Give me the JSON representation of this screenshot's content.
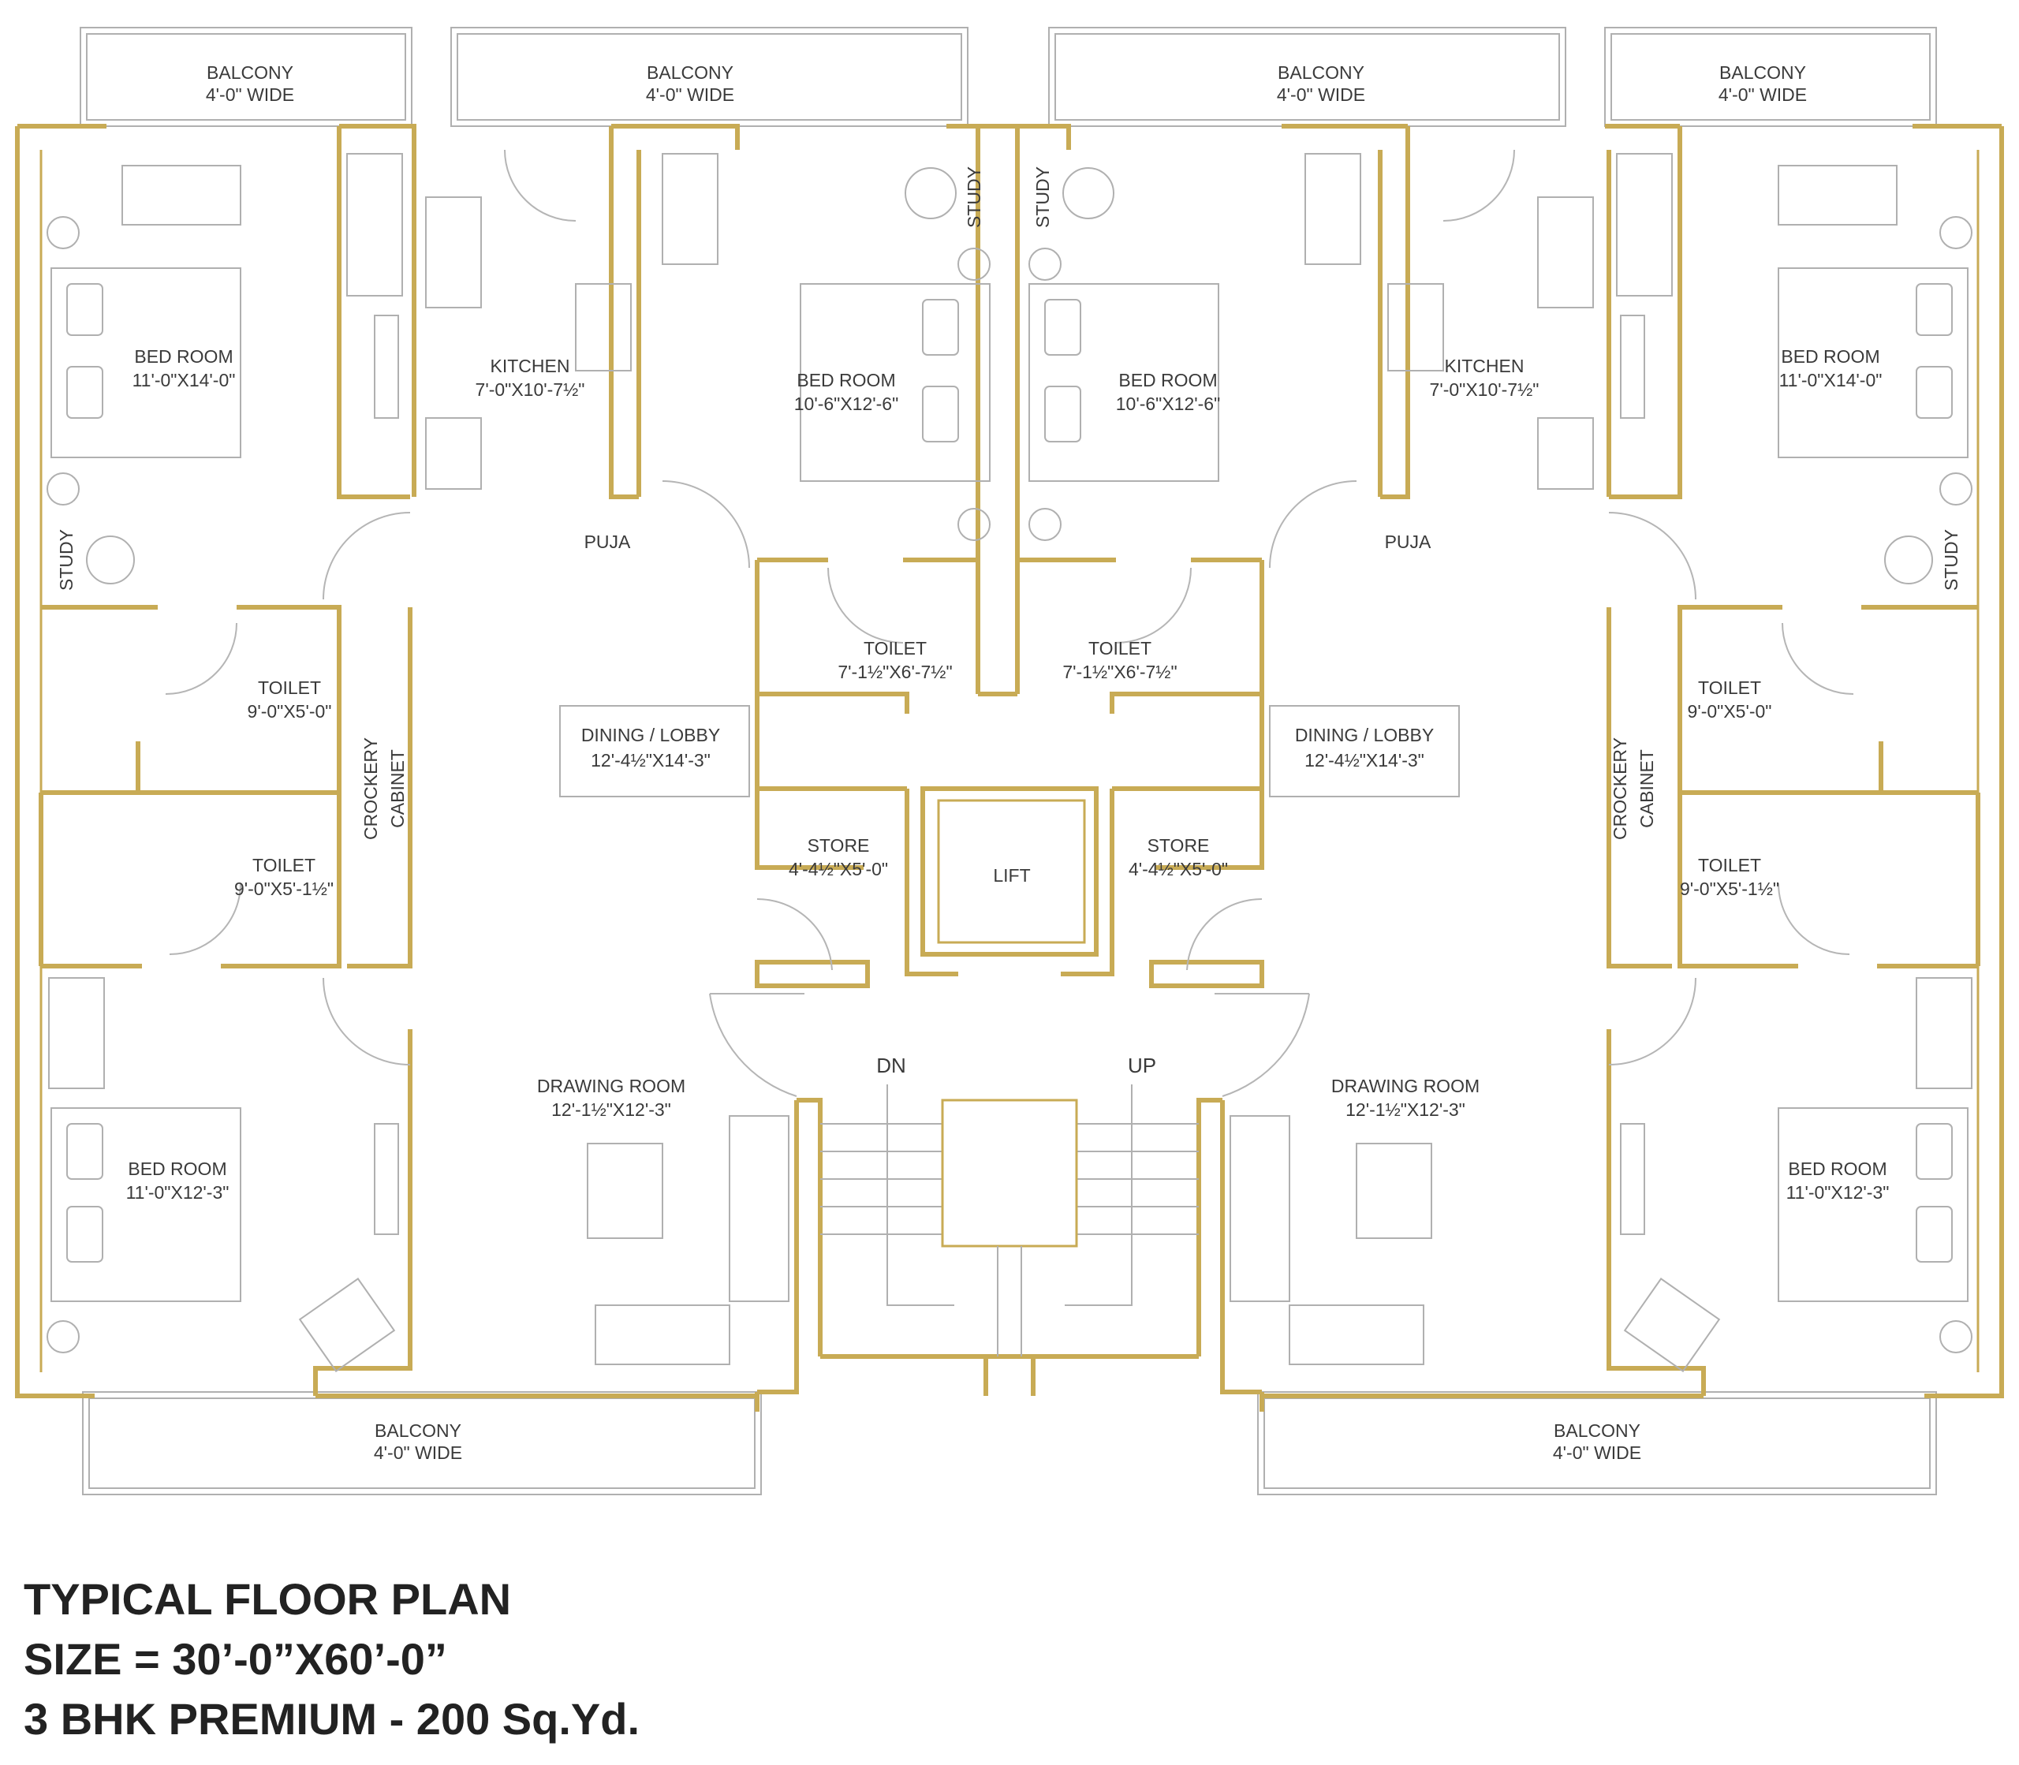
{
  "plan": {
    "balcony_top_1": "BALCONY",
    "balcony_top_1_size": "4'-0\" WIDE",
    "balcony_top_2": "BALCONY",
    "balcony_top_2_size": "4'-0\" WIDE",
    "balcony_top_3": "BALCONY",
    "balcony_top_3_size": "4'-0\" WIDE",
    "balcony_top_4": "BALCONY",
    "balcony_top_4_size": "4'-0\" WIDE",
    "balcony_bottom_1": "BALCONY",
    "balcony_bottom_1_size": "4'-0\" WIDE",
    "balcony_bottom_2": "BALCONY",
    "balcony_bottom_2_size": "4'-0\" WIDE",
    "bedroom_1": "BED ROOM",
    "bedroom_1_size": "11'-0\"X14'-0\"",
    "kitchen_1": "KITCHEN",
    "kitchen_1_size": "7'-0\"X10'-7½\"",
    "bedroom_2": "BED ROOM",
    "bedroom_2_size": "10'-6\"X12'-6\"",
    "bedroom_3": "BED ROOM",
    "bedroom_3_size": "10'-6\"X12'-6\"",
    "kitchen_2": "KITCHEN",
    "kitchen_2_size": "7'-0\"X10'-7½\"",
    "bedroom_4": "BED ROOM",
    "bedroom_4_size": "11'-0\"X14'-0\"",
    "study_1": "STUDY",
    "study_2": "STUDY",
    "study_3": "STUDY",
    "study_4": "STUDY",
    "puja_1": "PUJA",
    "puja_2": "PUJA",
    "toilet_1": "TOILET",
    "toilet_1_size": "9'-0\"X5'-0\"",
    "toilet_2": "TOILET",
    "toilet_2_size": "9'-0\"X5'-1½\"",
    "toilet_3": "TOILET",
    "toilet_3_size": "7'-1½\"X6'-7½\"",
    "toilet_4": "TOILET",
    "toilet_4_size": "7'-1½\"X6'-7½\"",
    "toilet_5": "TOILET",
    "toilet_5_size": "9'-0\"X5'-0\"",
    "toilet_6": "TOILET",
    "toilet_6_size": "9'-0\"X5'-1½\"",
    "crockery_1": "CROCKERY",
    "cabinet_1": "CABINET",
    "crockery_2": "CROCKERY",
    "cabinet_2": "CABINET",
    "dining_1": "DINING / LOBBY",
    "dining_1_size": "12'-4½\"X14'-3\"",
    "dining_2": "DINING / LOBBY",
    "dining_2_size": "12'-4½\"X14'-3\"",
    "store_1": "STORE",
    "store_1_size": "4'-4½\"X5'-0\"",
    "store_2": "STORE",
    "store_2_size": "4'-4½\"X5'-0\"",
    "lift": "LIFT",
    "dn": "DN",
    "up": "UP",
    "drawing_1": "DRAWING ROOM",
    "drawing_1_size": "12'-1½\"X12'-3\"",
    "drawing_2": "DRAWING ROOM",
    "drawing_2_size": "12'-1½\"X12'-3\"",
    "bedroom_5": "BED ROOM",
    "bedroom_5_size": "11'-0\"X12'-3\"",
    "bedroom_6": "BED ROOM",
    "bedroom_6_size": "11'-0\"X12'-3\""
  },
  "caption": {
    "line1": "TYPICAL FLOOR PLAN",
    "line2": "SIZE = 30’-0”X60’-0”",
    "line3": "3 BHK PREMIUM - 200 Sq.Yd."
  },
  "colors": {
    "wall": "#c8ab55",
    "furniture": "#b0b0b0",
    "text": "#3a3a3a"
  }
}
